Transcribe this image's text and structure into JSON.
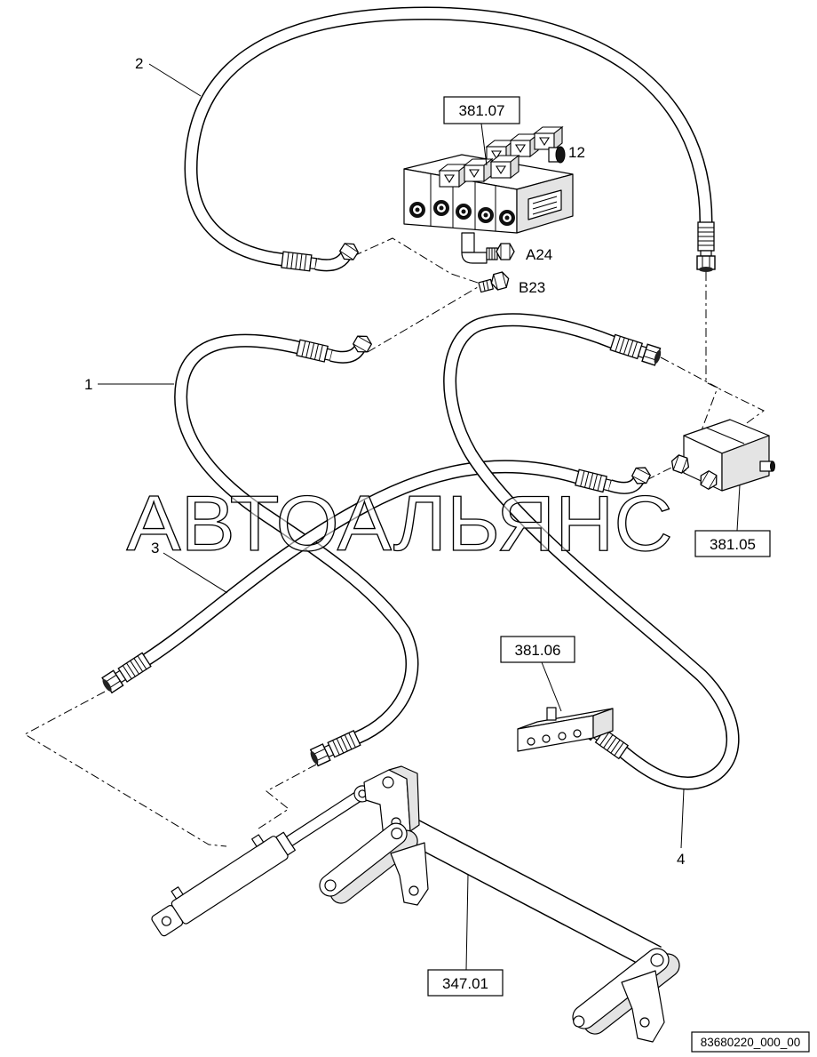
{
  "callouts": {
    "hose_1": "1",
    "hose_2": "2",
    "hose_3": "3",
    "hose_4": "4",
    "part_12": "12",
    "port_a24": "A24",
    "port_b23": "B23"
  },
  "references": {
    "control_valve": "381.07",
    "valve_block": "381.05",
    "manifold": "381.06",
    "lift_assembly": "347.01"
  },
  "watermark": "АВТОАЛЬЯНС",
  "figure_id": "83680220_000_00"
}
